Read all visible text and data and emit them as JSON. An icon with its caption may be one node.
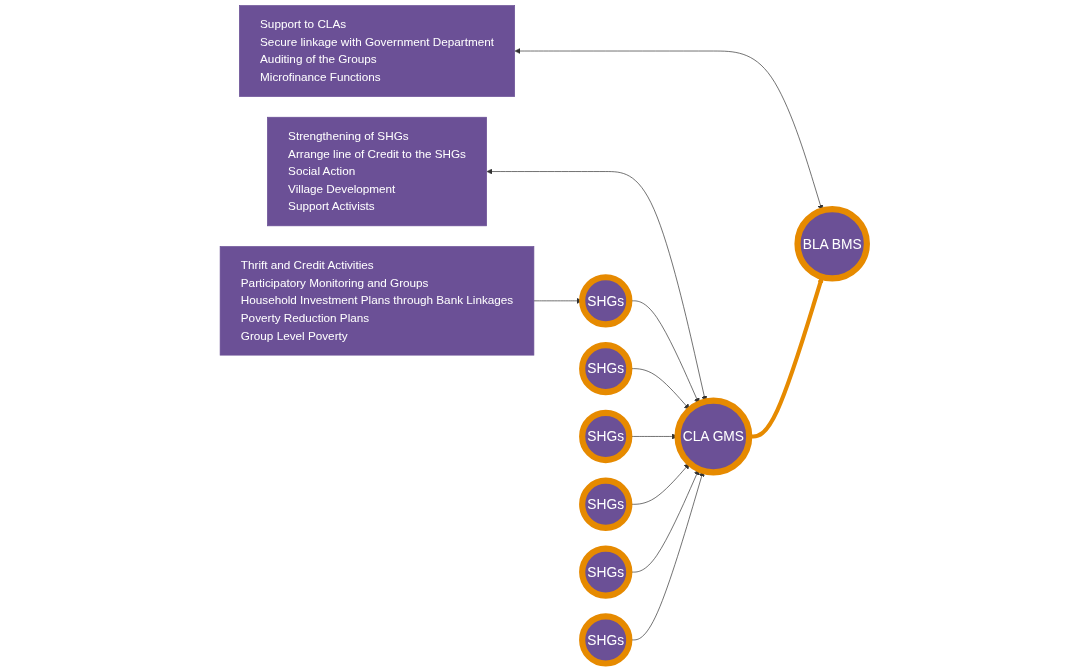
{
  "diagram": {
    "nodes": [
      {
        "text": [
          "Support to CLAs",
          "Secure linkage with Government Department",
          "Auditing of the Groups",
          "Microfinance Functions"
        ]
      },
      {
        "text": [
          "BLA BMS"
        ]
      },
      {
        "text": [
          "Strengthening of SHGs",
          "Arrange line of Credit to the SHGs",
          "Social Action",
          "Village Development",
          "Support Activists"
        ]
      },
      {
        "text": [
          "CLA GMS"
        ]
      },
      {
        "text": [
          "Thrift and Credit Activities",
          "Participatory  Monitoring and Groups",
          "Household Investment Plans through Bank Linkages",
          "Poverty Reduction Plans",
          "Group Level Poverty"
        ]
      },
      {
        "text": [
          "SHGs"
        ]
      },
      {
        "text": [
          "SHGs"
        ]
      },
      {
        "text": [
          "SHGs"
        ]
      },
      {
        "text": [
          "SHGs"
        ]
      },
      {
        "text": [
          "SHGs"
        ]
      },
      {
        "text": [
          "SHGs"
        ]
      }
    ],
    "edges": [
      {
        "from": 0,
        "to": 1,
        "arrow": "both"
      },
      {
        "from": 2,
        "to": 3,
        "arrow": "both"
      },
      {
        "from": 4,
        "to": 5,
        "arrow": "to"
      },
      {
        "from": 5,
        "to": 3,
        "arrow": "to"
      },
      {
        "from": 6,
        "to": 3,
        "arrow": "to"
      },
      {
        "from": 7,
        "to": 3,
        "arrow": "to"
      },
      {
        "from": 8,
        "to": 3,
        "arrow": "to"
      },
      {
        "from": 9,
        "to": 3,
        "arrow": "to"
      },
      {
        "from": 10,
        "to": 3,
        "arrow": "to"
      },
      {
        "from": 3,
        "to": 1,
        "arrow": "to",
        "style": "thick",
        "color": "#e68a00"
      }
    ]
  }
}
